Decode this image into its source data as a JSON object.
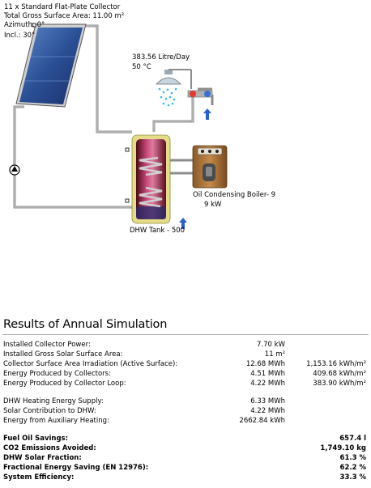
{
  "collector": {
    "line1": "11 x Standard Flat-Plate Collector",
    "line2": "Total Gross Surface Area: 11.00 m²",
    "azimuth": "Azimuth: 0°",
    "inclination": "Incl.: 30°"
  },
  "dhw_demand": {
    "flow": "383.56 Litre/Day",
    "temp": "50 °C"
  },
  "boiler": {
    "label": "Oil Condensing Boiler-  9",
    "power": "9 kW"
  },
  "tank": {
    "label": "DHW Tank - 500"
  },
  "results": {
    "title": "Results of Annual Simulation",
    "group1": [
      {
        "label": "Installed Collector Power:",
        "value": "7.70 kW",
        "specific": ""
      },
      {
        "label": "Installed Gross Solar Surface Area:",
        "value": "11 m²",
        "specific": ""
      },
      {
        "label": "Collector Surface Area Irradiation (Active Surface):",
        "value": "12.68 MWh",
        "specific": "1,153.16 kWh/m²"
      },
      {
        "label": "Energy Produced by Collectors:",
        "value": "4.51 MWh",
        "specific": "409.68 kWh/m²"
      },
      {
        "label": "Energy Produced by Collector Loop:",
        "value": "4.22 MWh",
        "specific": "383.90 kWh/m²"
      }
    ],
    "group2": [
      {
        "label": "DHW Heating Energy Supply:",
        "value": "6.33 MWh"
      },
      {
        "label": "Solar Contribution to DHW:",
        "value": "4.22 MWh"
      },
      {
        "label": "Energy from Auxiliary Heating:",
        "value": "2662.84 kWh"
      }
    ],
    "group3": [
      {
        "label": "Fuel Oil Savings:",
        "value": "657.4 l"
      },
      {
        "label": "CO2 Emissions Avoided:",
        "value": "1,749.10 kg"
      },
      {
        "label": "DHW Solar Fraction:",
        "value": "61.3 %"
      },
      {
        "label": "Fractional Energy Saving (EN 12976):",
        "value": "62.2 %"
      },
      {
        "label": "System Efficiency:",
        "value": "33.3 %"
      }
    ]
  }
}
